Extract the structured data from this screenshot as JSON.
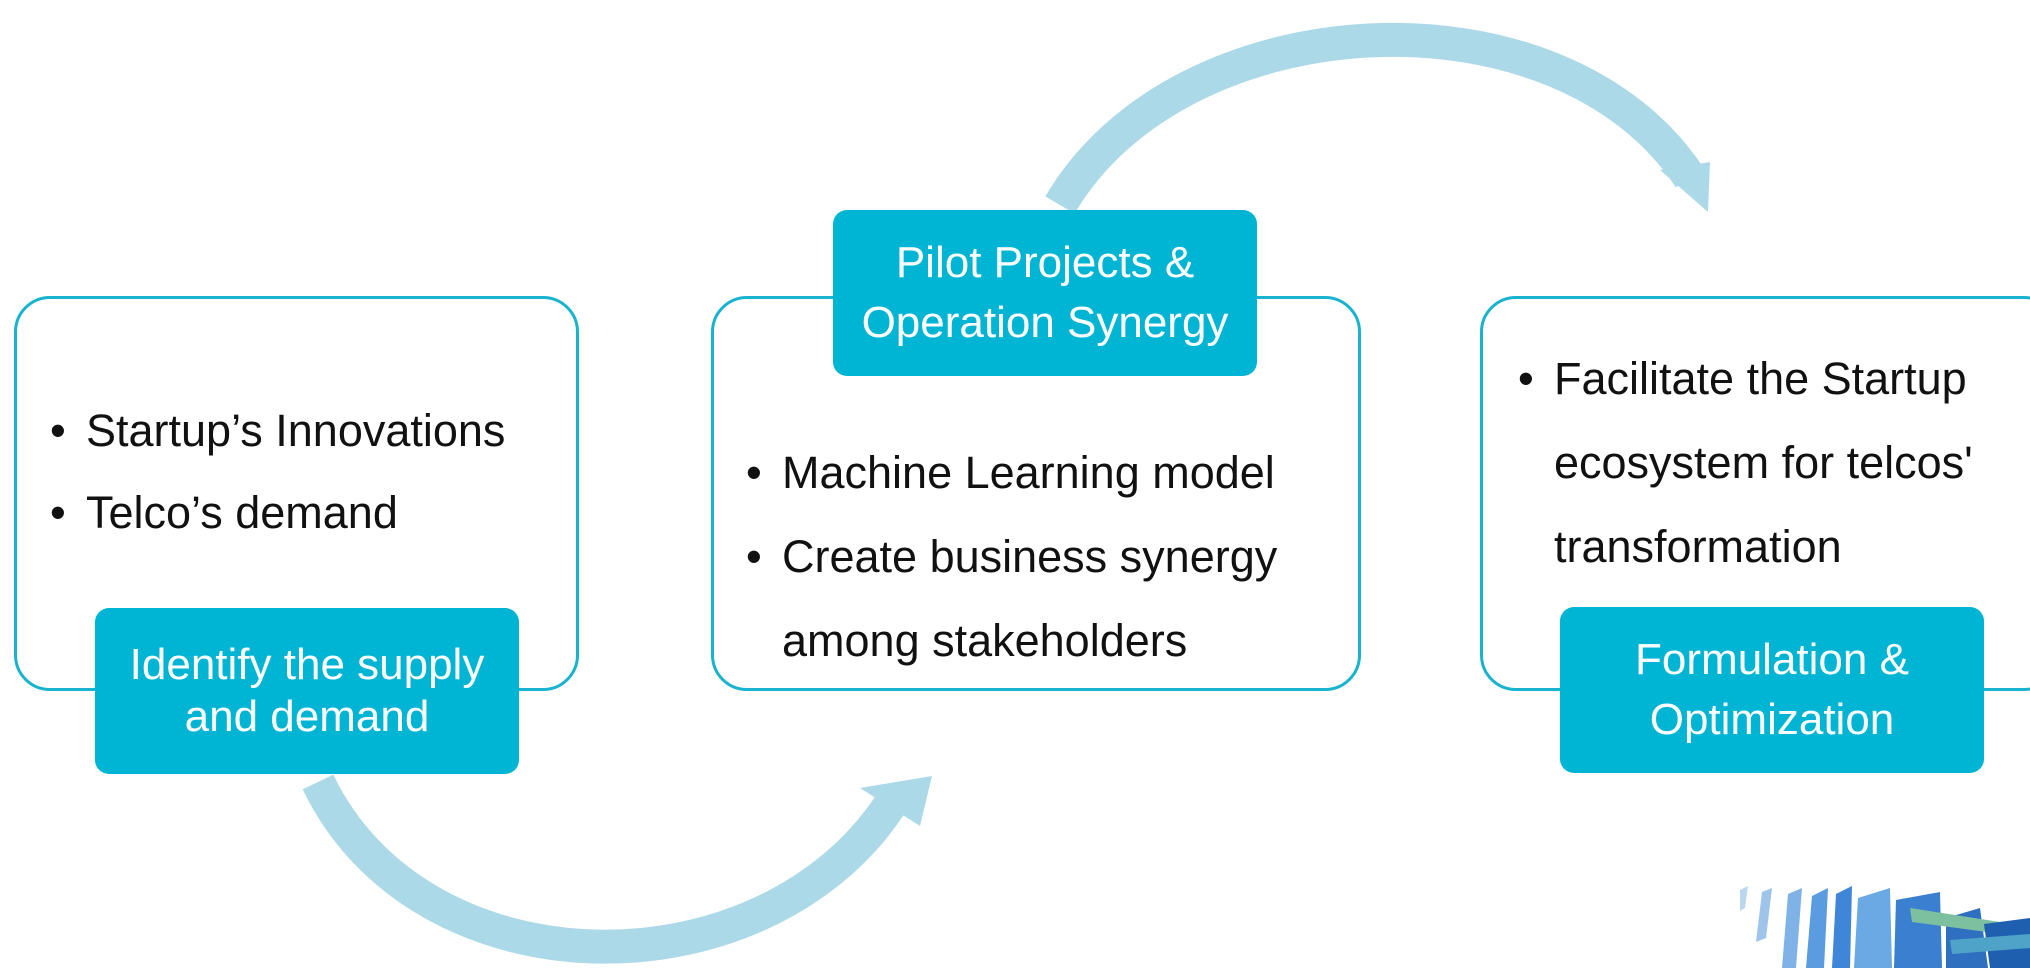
{
  "stages": [
    {
      "tag_lines": [
        "Identify the supply",
        "and demand"
      ],
      "bullets": [
        "Startup’s Innovations",
        "Telco’s demand"
      ]
    },
    {
      "tag_lines": [
        "Pilot Projects &",
        "Operation Synergy"
      ],
      "bullets": [
        "Machine Learning model",
        "Create business synergy",
        "among  stakeholders"
      ]
    },
    {
      "tag_lines": [
        "Formulation &",
        "Optimization"
      ],
      "bullets": [
        "Facilitate the Startup",
        "ecosystem for telcos'",
        "transformation"
      ]
    }
  ],
  "colors": {
    "accent": "#00b5d4",
    "border": "#1ab3cf",
    "arrow": "#acd9e8"
  },
  "icons": [
    "curved-arrow-icon",
    "books-decoration-icon"
  ]
}
